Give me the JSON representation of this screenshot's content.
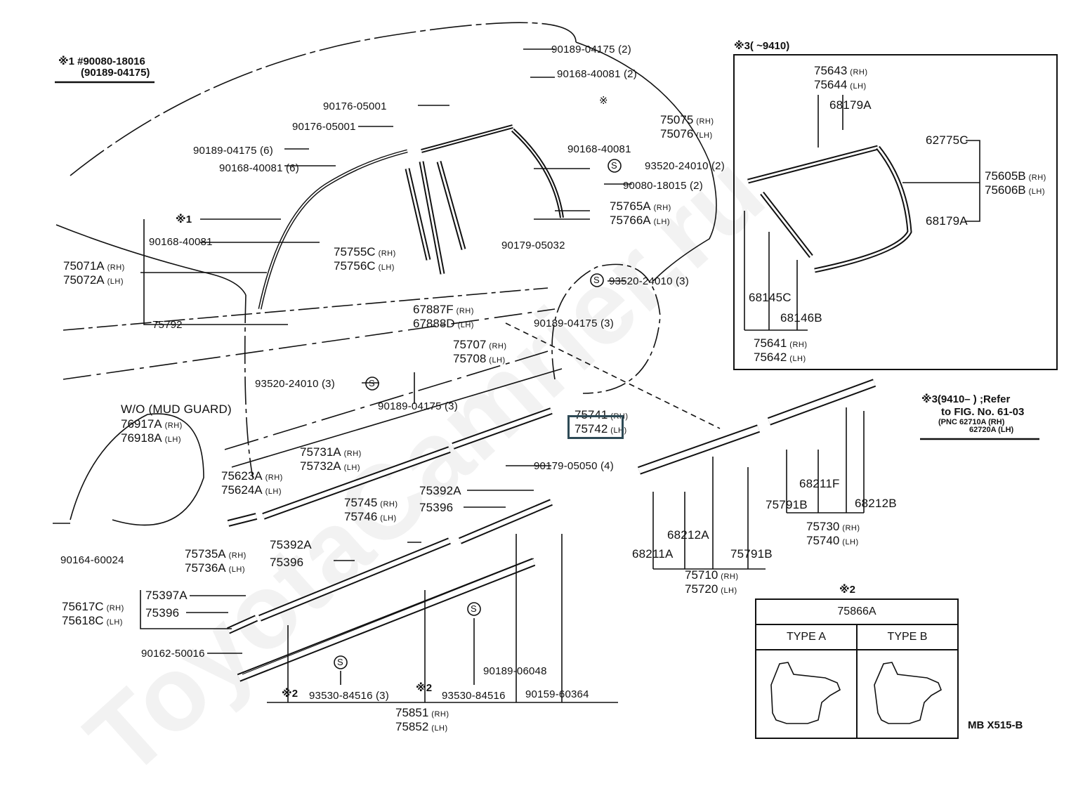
{
  "diagram": {
    "code": "MB X515-B",
    "watermark": "ToyotaCamrier.ru",
    "highlight_color": "#2e4a56",
    "highlighted_part": "75742",
    "notes": {
      "n1": {
        "mark": "※1",
        "line1": "#90080-18016",
        "line2": "(90189-04175)"
      },
      "n3_header": "※3(        ~9410)",
      "n3_ref": {
        "line1": "※3(9410–      ) ;Refer",
        "line2": "to FIG. No. 61-03",
        "pnc": "PNC",
        "rh": "62710A (RH)",
        "lh": "62720A (LH)"
      },
      "n2": {
        "mark": "※2",
        "part": "75866A",
        "type_a": "TYPE  A",
        "type_b": "TYPE  B"
      }
    },
    "labels": [
      {
        "id": "l01",
        "text": "90189-04175 (2)"
      },
      {
        "id": "l02",
        "text": "90168-40081 (2)"
      },
      {
        "id": "l03",
        "text": "90176-05001"
      },
      {
        "id": "l04",
        "text": "90176-05001"
      },
      {
        "id": "l05",
        "text": "※"
      },
      {
        "id": "l06",
        "text": "90189-04175 (6)"
      },
      {
        "id": "l07",
        "text": "90168-40081 (6)"
      },
      {
        "id": "l08",
        "text": "90168-40081"
      },
      {
        "id": "l09",
        "text": "93520-24010 (2)"
      },
      {
        "id": "l10",
        "text": "90080-18015 (2)"
      },
      {
        "id": "l11",
        "text": "※1"
      },
      {
        "id": "l12",
        "text": "90168-40081"
      },
      {
        "id": "l13",
        "text": "90179-05032"
      },
      {
        "id": "l14",
        "text": "75792"
      },
      {
        "id": "l15",
        "text": "93520-24010 (3)"
      },
      {
        "id": "l16",
        "text": "90189-04175 (3)"
      },
      {
        "id": "l17",
        "text": "93520-24010 (3)"
      },
      {
        "id": "l18",
        "text": "90189-04175 (3)"
      },
      {
        "id": "l19",
        "text": "W/O (MUD GUARD)"
      },
      {
        "id": "l20",
        "text": "90179-05050 (4)"
      },
      {
        "id": "l21",
        "text": "75392A"
      },
      {
        "id": "l22",
        "text": "75396"
      },
      {
        "id": "l23",
        "text": "75392A"
      },
      {
        "id": "l24",
        "text": "75396"
      },
      {
        "id": "l25",
        "text": "90164-60024"
      },
      {
        "id": "l26",
        "text": "75397A"
      },
      {
        "id": "l27",
        "text": "75396"
      },
      {
        "id": "l28",
        "text": "90162-50016"
      },
      {
        "id": "l29",
        "text": "※2"
      },
      {
        "id": "l30",
        "text": "93530-84516 (3)"
      },
      {
        "id": "l31",
        "text": "※2"
      },
      {
        "id": "l32",
        "text": "93530-84516"
      },
      {
        "id": "l33",
        "text": "90189-06048"
      },
      {
        "id": "l34",
        "text": "90159-60364"
      },
      {
        "id": "l35",
        "text": "68211A"
      },
      {
        "id": "l36",
        "text": "68212A"
      },
      {
        "id": "l37",
        "text": "75791B"
      },
      {
        "id": "l38",
        "text": "75791B"
      },
      {
        "id": "l39",
        "text": "68211F"
      },
      {
        "id": "l40",
        "text": "68212B"
      },
      {
        "id": "l41",
        "text": "68179A"
      },
      {
        "id": "l42",
        "text": "62775C"
      },
      {
        "id": "l43",
        "text": "68179A"
      },
      {
        "id": "l44",
        "text": "68145C"
      },
      {
        "id": "l45",
        "text": "68146B"
      }
    ],
    "pairs": [
      {
        "id": "p01",
        "rh": "75075",
        "lh": "75076"
      },
      {
        "id": "p02",
        "rh": "75765A",
        "lh": "75766A"
      },
      {
        "id": "p03",
        "rh": "75071A",
        "lh": "75072A"
      },
      {
        "id": "p04",
        "rh": "75755C",
        "lh": "75756C"
      },
      {
        "id": "p05",
        "rh": "67887F",
        "lh": "67888D"
      },
      {
        "id": "p06",
        "rh": "75707",
        "lh": "75708"
      },
      {
        "id": "p07",
        "rh": "76917A",
        "lh": "76918A"
      },
      {
        "id": "p08",
        "rh": "75741",
        "lh": "75742"
      },
      {
        "id": "p09",
        "rh": "75731A",
        "lh": "75732A"
      },
      {
        "id": "p10",
        "rh": "75623A",
        "lh": "75624A"
      },
      {
        "id": "p11",
        "rh": "75745",
        "lh": "75746"
      },
      {
        "id": "p12",
        "rh": "75735A",
        "lh": "75736A"
      },
      {
        "id": "p13",
        "rh": "75617C",
        "lh": "75618C"
      },
      {
        "id": "p14",
        "rh": "75851",
        "lh": "75852"
      },
      {
        "id": "p15",
        "rh": "75710",
        "lh": "75720"
      },
      {
        "id": "p16",
        "rh": "75730",
        "lh": "75740"
      },
      {
        "id": "p17",
        "rh": "75643",
        "lh": "75644"
      },
      {
        "id": "p18",
        "rh": "75605B",
        "lh": "75606B"
      },
      {
        "id": "p19",
        "rh": "75641",
        "lh": "75642"
      }
    ],
    "side_rh": "(RH)",
    "side_lh": "(LH)",
    "s_mark": "S"
  }
}
